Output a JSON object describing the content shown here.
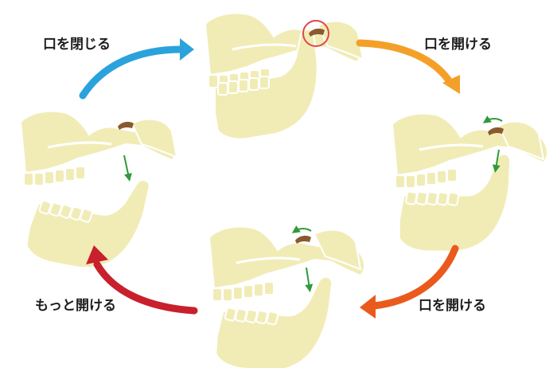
{
  "labels": {
    "close_mouth": "口を閉じる",
    "open_mouth_right": "口を開ける",
    "open_mouth_bottom": "口を開ける",
    "open_more": "もっと開ける"
  },
  "colors": {
    "bone": "#f1ecb6",
    "bone_stroke": "#dcd38e",
    "disc": "#8a5a2e",
    "movement_arrow": "#2e9a3a",
    "highlight_circle": "#e0454b",
    "arrow_blue": "#2aa3dc",
    "arrow_orange": "#f4a028",
    "arrow_red_orange": "#ea5a1c",
    "arrow_red": "#c8202c"
  }
}
